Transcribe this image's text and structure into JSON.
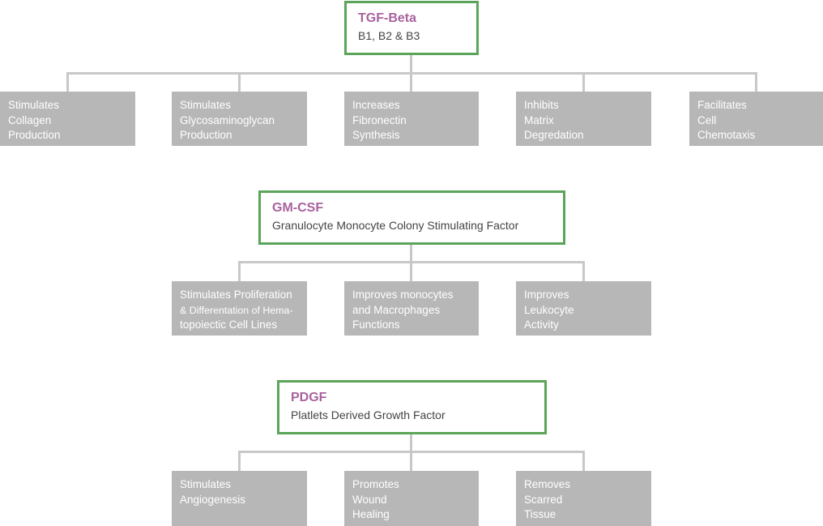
{
  "groups": [
    {
      "title": "TGF-Beta",
      "subtitle": "B1, B2 & B3",
      "children": [
        [
          "Stimulates",
          "Collagen",
          "Production"
        ],
        [
          "Stimulates",
          "Glycosaminoglycan",
          "Production"
        ],
        [
          "Increases",
          "Fibronectin",
          "Synthesis"
        ],
        [
          "Inhibits",
          "Matrix",
          "Degredation"
        ],
        [
          "Facilitates",
          "Cell",
          "Chemotaxis"
        ]
      ]
    },
    {
      "title": "GM-CSF",
      "subtitle": "Granulocyte Monocyte Colony Stimulating Factor",
      "children": [
        [
          "Stimulates Proliferation",
          "& Differentation of Hema-",
          "topoiectic Cell Lines"
        ],
        [
          "Improves monocytes",
          "and Macrophages",
          "Functions"
        ],
        [
          "Improves",
          "Leukocyte",
          "Activity"
        ]
      ]
    },
    {
      "title": "PDGF",
      "subtitle": "Platlets Derived Growth Factor",
      "children": [
        [
          "Stimulates",
          "Angiogenesis"
        ],
        [
          "Promotes",
          "Wound",
          "Healing"
        ],
        [
          "Removes",
          "Scarred",
          "Tissue"
        ]
      ]
    }
  ],
  "colors": {
    "title": "#a8629f",
    "header_border": "#5aa55a",
    "box_fill": "#b7b7b7",
    "connector": "#c8c8c8"
  }
}
